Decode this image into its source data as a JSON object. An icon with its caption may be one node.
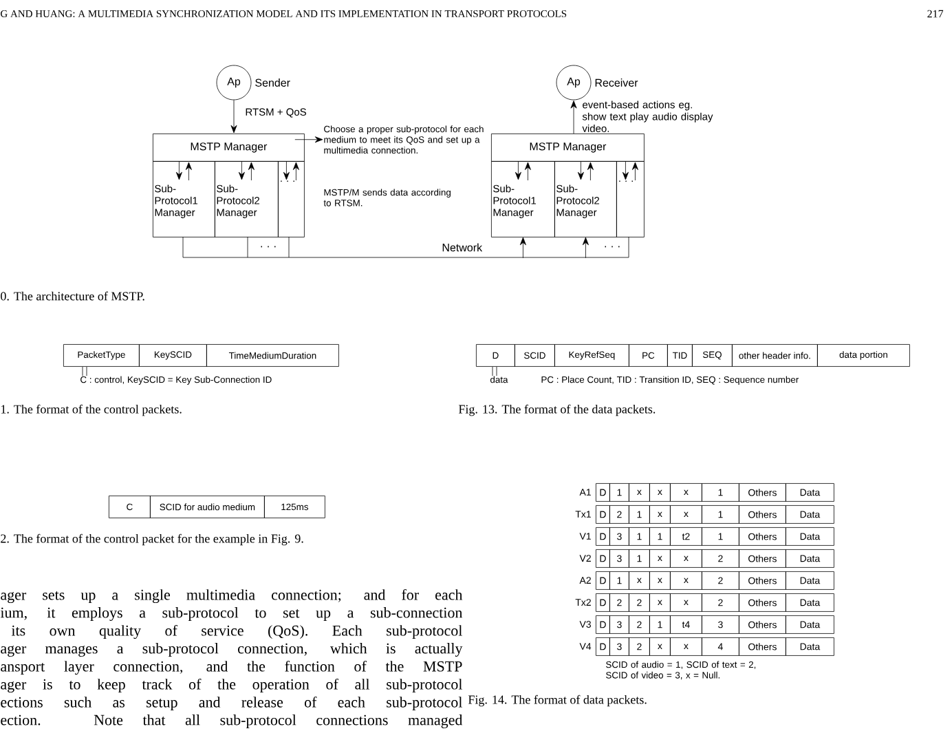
{
  "diagram": {
    "nodes": [
      {
        "text": [
          "Ap"
        ],
        "beside": [
          "Sender"
        ]
      },
      {
        "text": [
          "Ap"
        ],
        "beside": [
          "Receiver"
        ]
      },
      {
        "text": [
          "MSTP Manager"
        ]
      },
      {
        "text": [
          "Sub-Protocol1 Manager"
        ]
      },
      {
        "text": [
          "Sub-Protocol2 Manager"
        ]
      },
      {
        "text": [
          "· · ·"
        ]
      },
      {
        "text": [
          "MSTP Manager"
        ]
      },
      {
        "text": [
          "Sub-Protocol1 Manager"
        ]
      },
      {
        "text": [
          "Sub-Protocol2 Manager"
        ]
      },
      {
        "text": [
          "· · ·"
        ]
      },
      {
        "text": [
          "Network"
        ]
      },
      {
        "text": [
          "Choose a proper sub-protocol for each medium to meet its QoS and set up a multimedia connection."
        ]
      },
      {
        "text": [
          "PacketType"
        ]
      },
      {
        "text": [
          "KeySCID"
        ]
      },
      {
        "text": [
          "TimeMediumDuration"
        ]
      },
      {
        "text": [
          "C : control, KeySCID = Key Sub-Connection ID"
        ]
      },
      {
        "text": [
          "C"
        ]
      },
      {
        "text": [
          "SCID for audio medium"
        ]
      },
      {
        "text": [
          "125ms"
        ]
      },
      {
        "text": [
          "D"
        ]
      },
      {
        "text": [
          "SCID"
        ]
      },
      {
        "text": [
          "KeyRefSeq"
        ]
      },
      {
        "text": [
          "PC"
        ]
      },
      {
        "text": [
          "TID"
        ]
      },
      {
        "text": [
          "SEQ"
        ]
      },
      {
        "text": [
          "other header info."
        ]
      },
      {
        "text": [
          "data portion"
        ]
      },
      {
        "text": [
          "data"
        ]
      }
    ],
    "edges": [
      {
        "from": 0,
        "to": 2,
        "arrow": "to",
        "label": "RTSM + QoS"
      },
      {
        "from": 6,
        "to": 1,
        "arrow": "to",
        "label": "event-based actions eg. show text play audio display video."
      },
      {
        "from": 2,
        "to": 11,
        "arrow": "to"
      },
      {
        "from": 2,
        "to": 3,
        "arrow": "to"
      },
      {
        "from": 3,
        "to": 2,
        "arrow": "to"
      },
      {
        "from": 2,
        "to": 4,
        "arrow": "to"
      },
      {
        "from": 4,
        "to": 2,
        "arrow": "to"
      },
      {
        "from": 2,
        "to": 5,
        "arrow": "to"
      },
      {
        "from": 5,
        "to": 2,
        "arrow": "to"
      },
      {
        "from": 6,
        "to": 7,
        "arrow": "to"
      },
      {
        "from": 7,
        "to": 6,
        "arrow": "to"
      },
      {
        "from": 6,
        "to": 8,
        "arrow": "to"
      },
      {
        "from": 8,
        "to": 6,
        "arrow": "to"
      },
      {
        "from": 6,
        "to": 9,
        "arrow": "to"
      },
      {
        "from": 9,
        "to": 6,
        "arrow": "to"
      },
      {
        "from": 10,
        "to": 7,
        "arrow": "to"
      },
      {
        "from": 10,
        "to": 8,
        "arrow": "to"
      },
      {
        "from": 15,
        "to": 12,
        "arrow": "none"
      },
      {
        "from": 15,
        "to": 12,
        "arrow": "none"
      },
      {
        "from": 27,
        "to": 19,
        "arrow": "none"
      },
      {
        "from": 27,
        "to": 19,
        "arrow": "none"
      }
    ],
    "labels": [
      "G AND HUANG: A MULTIMEDIA SYNCHRONIZATION MODEL AND ITS IMPLEMENTATION IN TRANSPORT PROTOCOLS",
      "217",
      "MSTP/M sends data according to RTSM.",
      "· · ·",
      "· · ·",
      "0. The architecture of MSTP.",
      "1. The format of the control packets.",
      "PC : Place Count, TID : Transition ID, SEQ : Sequence number",
      "Fig. 13. The format of the data packets.",
      "2. The format of the control packet for the example in Fig. 9.",
      "ager sets up a single multimedia connection; and for each",
      "ium, it employs a sub-protocol to set up a sub-connection",
      "its own quality of service (QoS). Each sub-protocol",
      "ager manages a sub-protocol connection, which is actually",
      "ansport layer connection, and the function of the MSTP",
      "ager is to keep track of the operation of all sub-protocol",
      "ections such as setup and release of each sub-protocol",
      "ection. Note that all sub-protocol connections managed",
      "A1",
      "D",
      "1",
      "x",
      "x",
      "x",
      "1",
      "Others",
      "Data",
      "Tx1",
      "D",
      "2",
      "1",
      "x",
      "x",
      "1",
      "Others",
      "Data",
      "V1",
      "D",
      "3",
      "1",
      "1",
      "t2",
      "1",
      "Others",
      "Data",
      "V2",
      "D",
      "3",
      "1",
      "x",
      "x",
      "2",
      "Others",
      "Data",
      "A2",
      "D",
      "1",
      "x",
      "x",
      "x",
      "2",
      "Others",
      "Data",
      "Tx2",
      "D",
      "2",
      "2",
      "x",
      "x",
      "2",
      "Others",
      "Data",
      "V3",
      "D",
      "3",
      "2",
      "1",
      "t4",
      "3",
      "Others",
      "Data",
      "V4",
      "D",
      "3",
      "2",
      "x",
      "x",
      "4",
      "Others",
      "Data",
      "SCID of audio = 1, SCID of text = 2, SCID of video = 3, x = Null.",
      "Fig. 14. The format of data packets."
    ]
  }
}
